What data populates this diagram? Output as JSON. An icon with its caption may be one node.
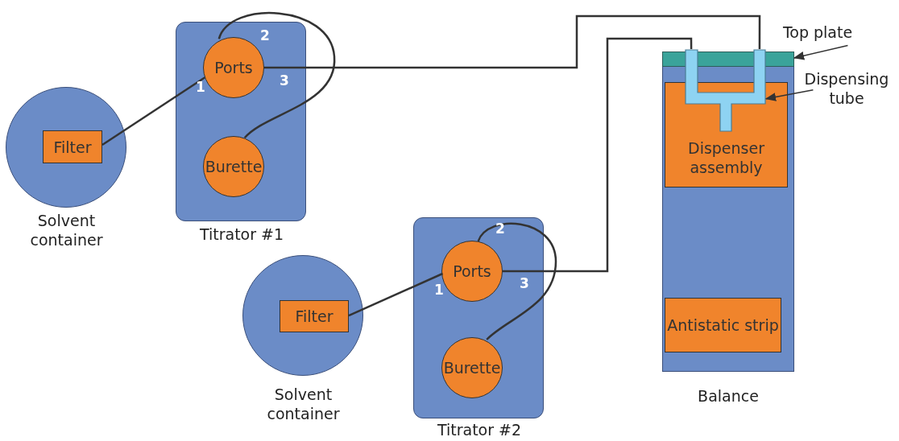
{
  "diagram": {
    "nodes": [
      {
        "text": [
          "Solvent container"
        ]
      },
      {
        "text": [
          "Filter"
        ],
        "in": 0
      },
      {
        "text": [
          "Titrator #1"
        ]
      },
      {
        "text": [
          "Ports"
        ],
        "in": 2,
        "beside": [
          "1",
          "2",
          "3"
        ]
      },
      {
        "text": [
          "Burette"
        ],
        "in": 2
      },
      {
        "text": [
          "Solvent container"
        ]
      },
      {
        "text": [
          "Filter"
        ],
        "in": 5
      },
      {
        "text": [
          "Titrator #2"
        ]
      },
      {
        "text": [
          "Ports"
        ],
        "in": 7,
        "beside": [
          "1",
          "2",
          "3"
        ]
      },
      {
        "text": [
          "Burette"
        ],
        "in": 7
      },
      {
        "text": [
          "Balance"
        ]
      },
      {
        "text": [],
        "shape": "bar",
        "in": 10
      },
      {
        "text": [
          "Dispenser assembly"
        ],
        "in": 10
      },
      {
        "text": [],
        "shape": "tube",
        "in": 10
      },
      {
        "text": [
          "Antistatic strip"
        ],
        "in": 10
      },
      {
        "text": [
          "Top plate"
        ]
      },
      {
        "text": [
          "Dispensing tube"
        ]
      }
    ],
    "edges": [
      {
        "from": 1,
        "to": 3,
        "arrow": "none"
      },
      {
        "from": 4,
        "to": 3,
        "arrow": "none"
      },
      {
        "from": 3,
        "to": 13,
        "arrow": "none"
      },
      {
        "from": 6,
        "to": 8,
        "arrow": "none"
      },
      {
        "from": 9,
        "to": 8,
        "arrow": "none"
      },
      {
        "from": 8,
        "to": 13,
        "arrow": "none"
      },
      {
        "from": 15,
        "to": 11,
        "arrow": "to"
      },
      {
        "from": 16,
        "to": 13,
        "arrow": "to"
      }
    ]
  }
}
